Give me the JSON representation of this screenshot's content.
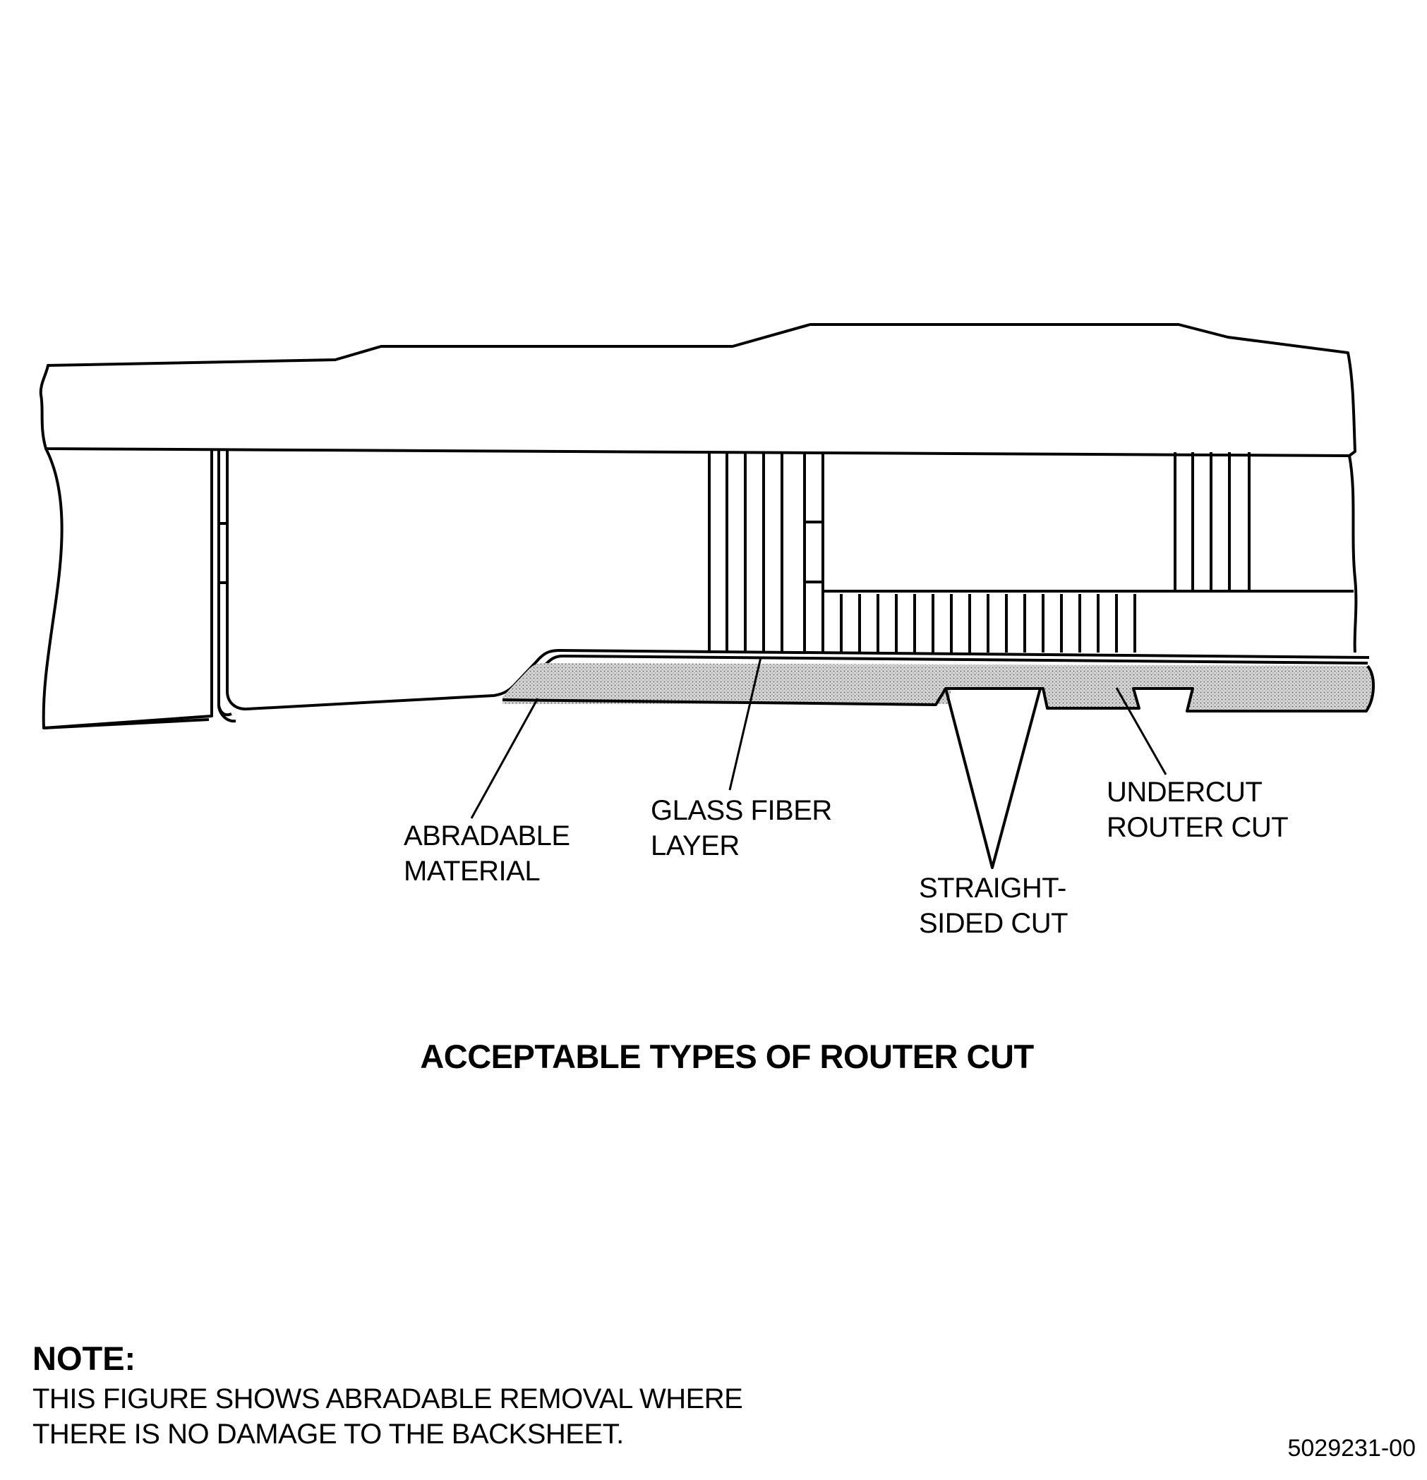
{
  "labels": {
    "abradable_material": [
      "ABRADABLE",
      "MATERIAL"
    ],
    "glass_fiber_layer": [
      "GLASS FIBER",
      "LAYER"
    ],
    "straight_sided_cut": [
      "STRAIGHT-",
      "SIDED CUT"
    ],
    "undercut_router_cut": [
      "UNDERCUT",
      "ROUTER CUT"
    ]
  },
  "title": "ACCEPTABLE TYPES OF ROUTER CUT",
  "note": {
    "heading": "NOTE:",
    "lines": [
      "THIS FIGURE SHOWS ABRADABLE REMOVAL WHERE",
      "THERE IS NO DAMAGE TO THE BACKSHEET."
    ]
  },
  "figure_id": "5029231-00"
}
